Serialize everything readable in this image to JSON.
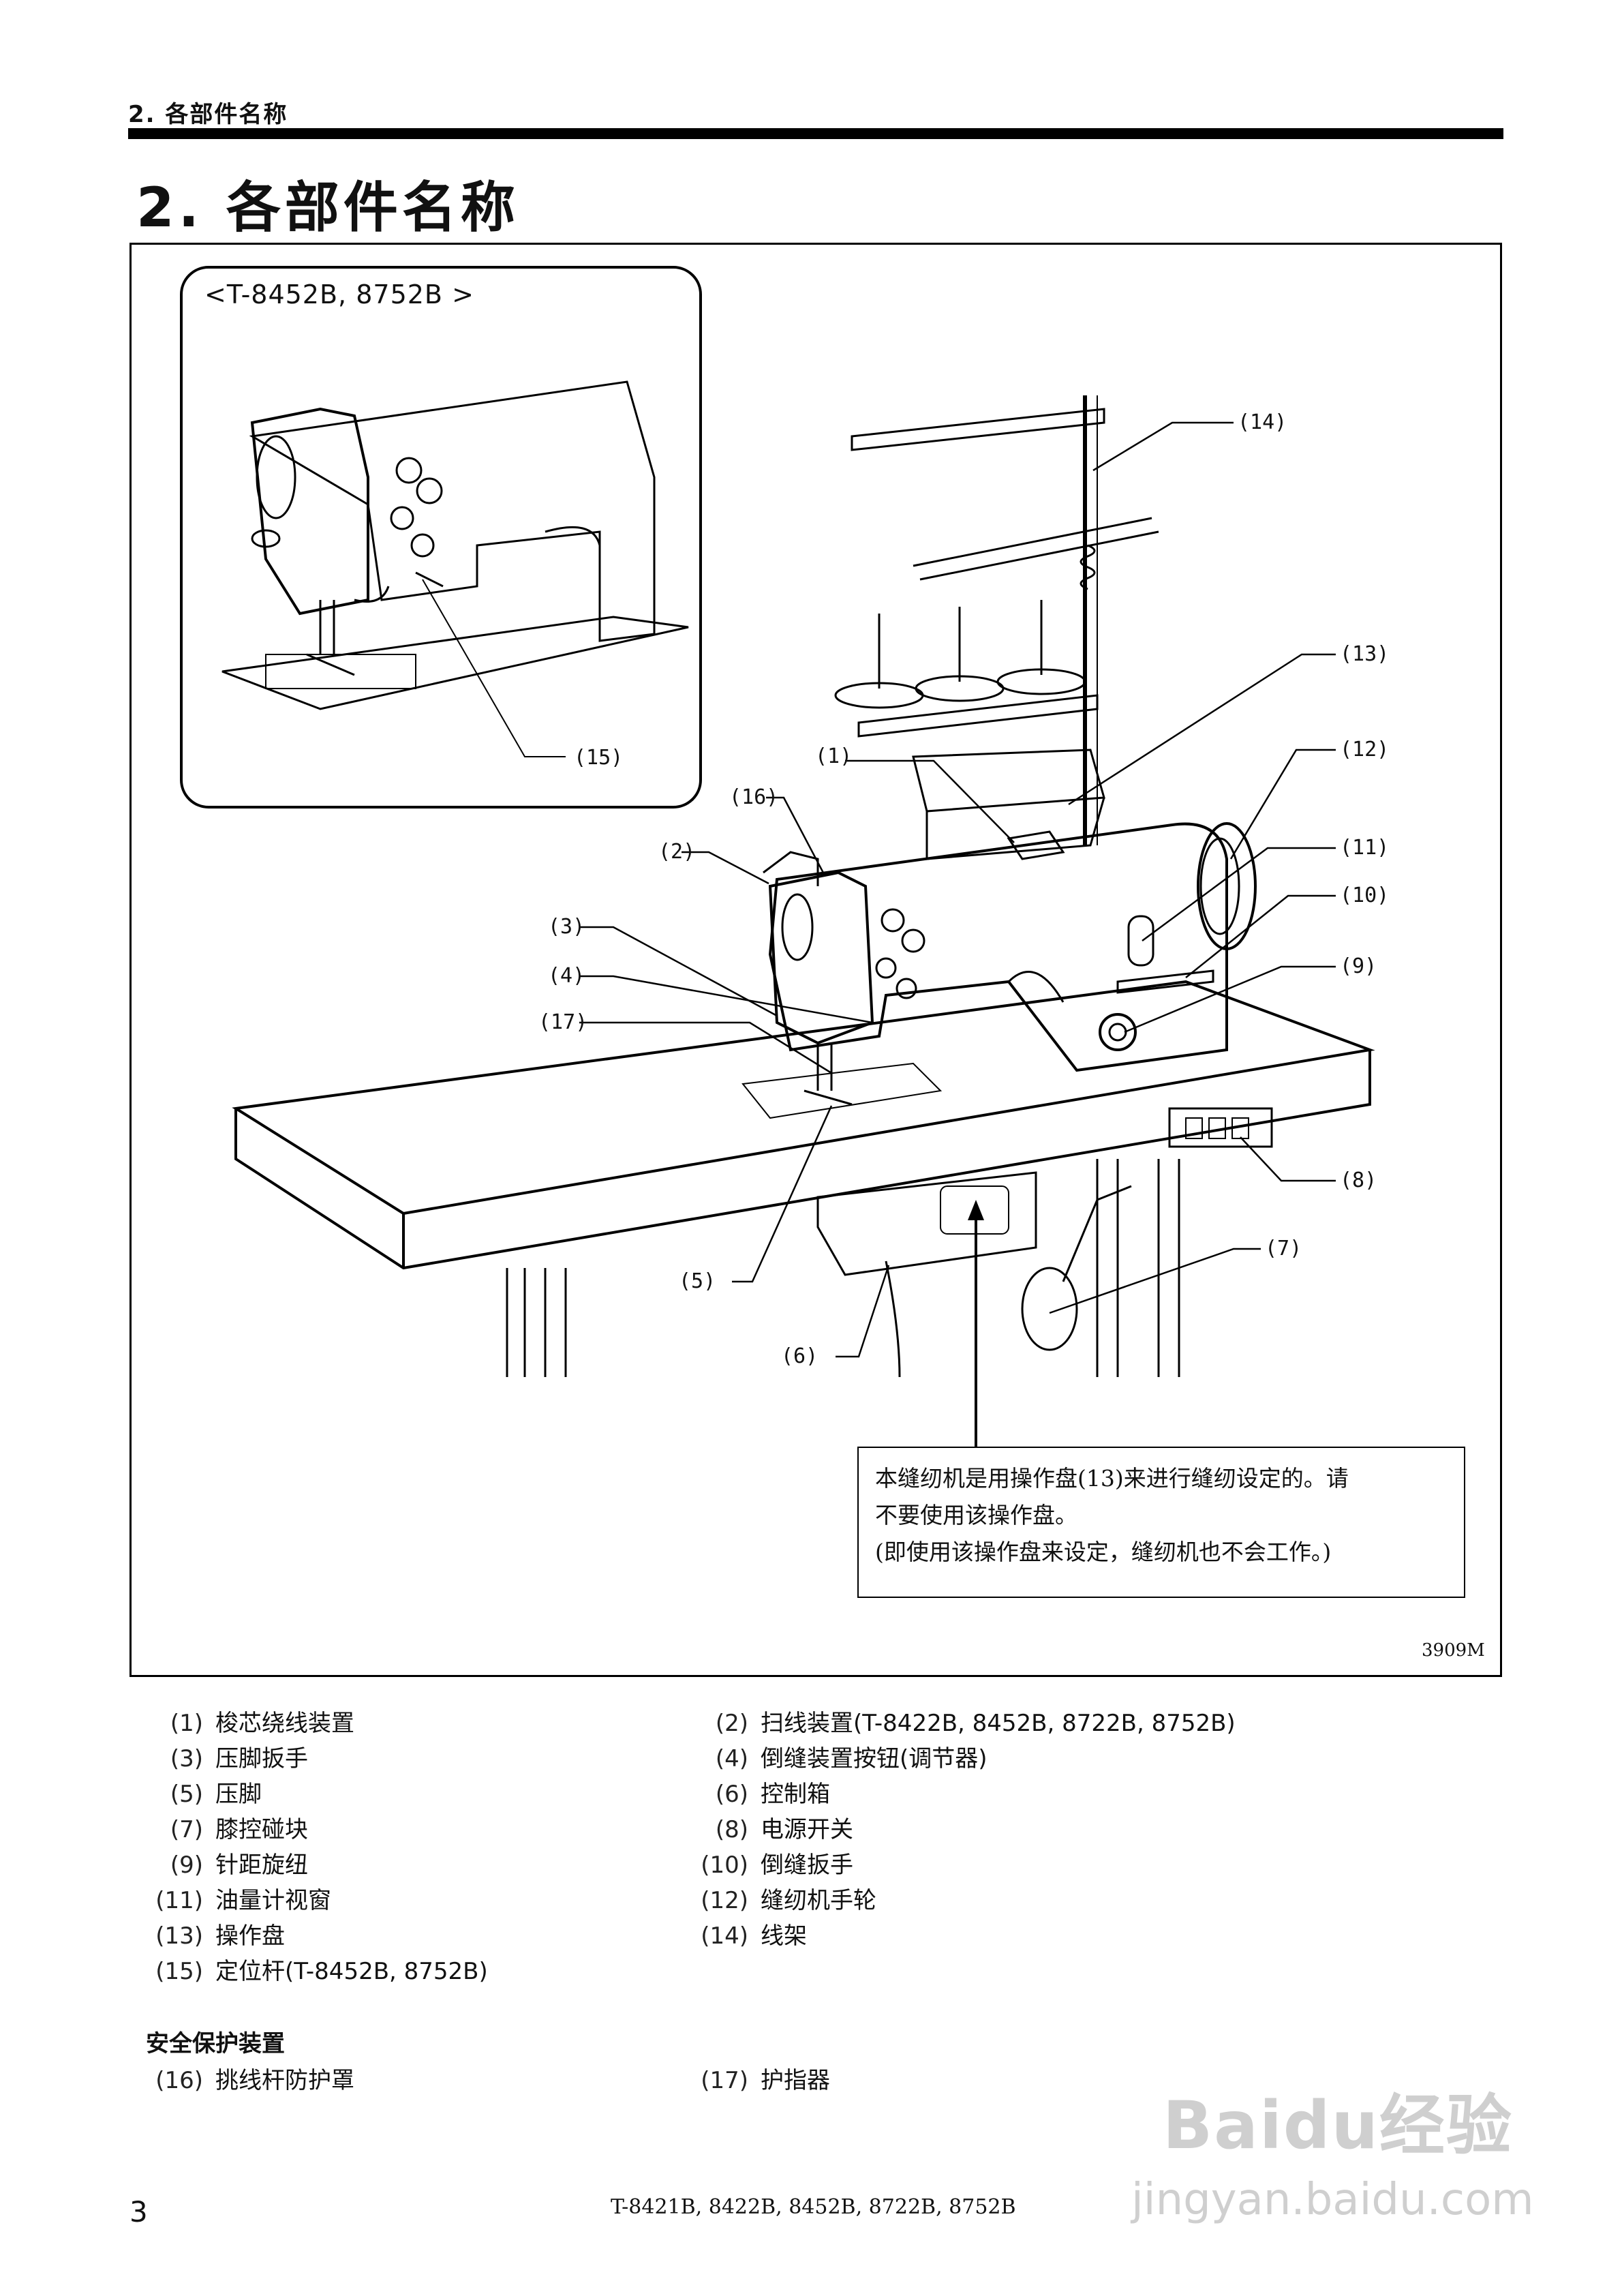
{
  "header": {
    "section_label": "2. 各部件名称",
    "title": "2. 各部件名称"
  },
  "figure": {
    "inset_title": "<T-8452B, 8752B >",
    "callouts": [
      "(1)",
      "(2)",
      "(3)",
      "(4)",
      "(5)",
      "(6)",
      "(7)",
      "(8)",
      "(9)",
      "(10)",
      "(11)",
      "(12)",
      "(13)",
      "(14)",
      "(15)",
      "(16)",
      "(17)"
    ],
    "notice_lines": [
      "本缝纫机是用操作盘(13)来进行缝纫设定的。请",
      "不要使用该操作盘。",
      "(即使用该操作盘来设定，缝纫机也不会工作。)"
    ],
    "figure_code": "3909M"
  },
  "parts": [
    {
      "num": "(1)",
      "name": "梭芯绕线装置"
    },
    {
      "num": "(2)",
      "name": "扫线装置(T-8422B, 8452B, 8722B, 8752B)"
    },
    {
      "num": "(3)",
      "name": "压脚扳手"
    },
    {
      "num": "(4)",
      "name": "倒缝装置按钮(调节器)"
    },
    {
      "num": "(5)",
      "name": "压脚"
    },
    {
      "num": "(6)",
      "name": "控制箱"
    },
    {
      "num": "(7)",
      "name": "膝控碰块"
    },
    {
      "num": "(8)",
      "name": "电源开关"
    },
    {
      "num": "(9)",
      "name": "针距旋纽"
    },
    {
      "num": "(10)",
      "name": "倒缝扳手"
    },
    {
      "num": "(11)",
      "name": "油量计视窗"
    },
    {
      "num": "(12)",
      "name": "缝纫机手轮"
    },
    {
      "num": "(13)",
      "name": "操作盘"
    },
    {
      "num": "(14)",
      "name": "线架"
    },
    {
      "num": "(15)",
      "name": "定位杆(T-8452B, 8752B)"
    }
  ],
  "safety": {
    "heading": "安全保护装置",
    "items": [
      {
        "num": "(16)",
        "name": "挑线杆防护罩"
      },
      {
        "num": "(17)",
        "name": "护指器"
      }
    ]
  },
  "footer": {
    "page_number": "3",
    "models": "T-8421B, 8422B, 8452B, 8722B, 8752B"
  },
  "watermark": {
    "logo": "Baidu经验",
    "url": "jingyan.baidu.com"
  }
}
